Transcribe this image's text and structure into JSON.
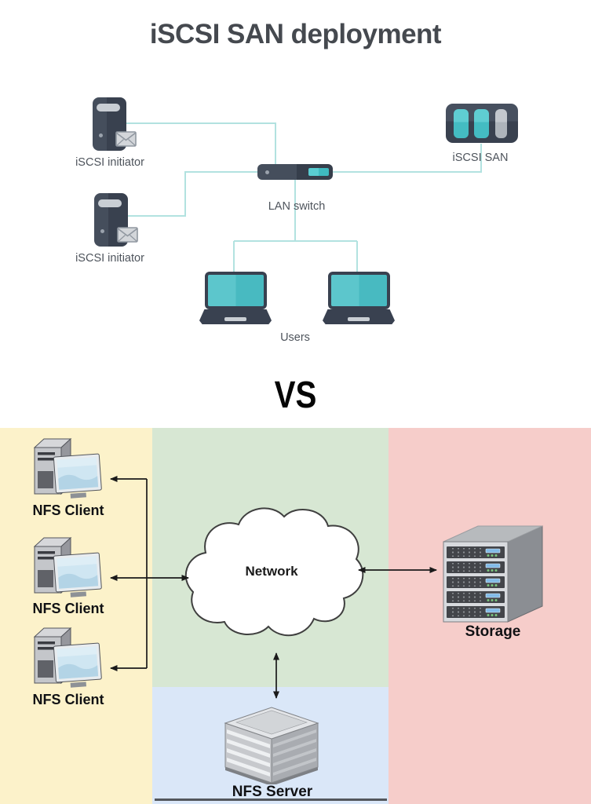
{
  "title": "iSCSI SAN deployment",
  "vs_label": "VS",
  "top_diagram": {
    "initiators": [
      {
        "label": "iSCSI initiator"
      },
      {
        "label": "iSCSI initiator"
      }
    ],
    "san": {
      "label": "iSCSI SAN"
    },
    "switch": {
      "label": "LAN switch"
    },
    "users": {
      "label": "Users"
    }
  },
  "bottom_diagram": {
    "clients": [
      {
        "label": "NFS Client"
      },
      {
        "label": "NFS Client"
      },
      {
        "label": "NFS Client"
      }
    ],
    "network": {
      "label": "Network"
    },
    "storage": {
      "label": "Storage"
    },
    "server": {
      "label": "NFS Server"
    }
  },
  "colors": {
    "teal_accent": "#4ec4c9",
    "teal_line": "#b2e2e0",
    "device_dark": "#39414f",
    "clients_panel": "#fcf2ca",
    "network_panel": "#d7e7d3",
    "server_panel": "#dae7f8",
    "storage_panel": "#f6cdca",
    "arrow": "#1a1a1a"
  }
}
